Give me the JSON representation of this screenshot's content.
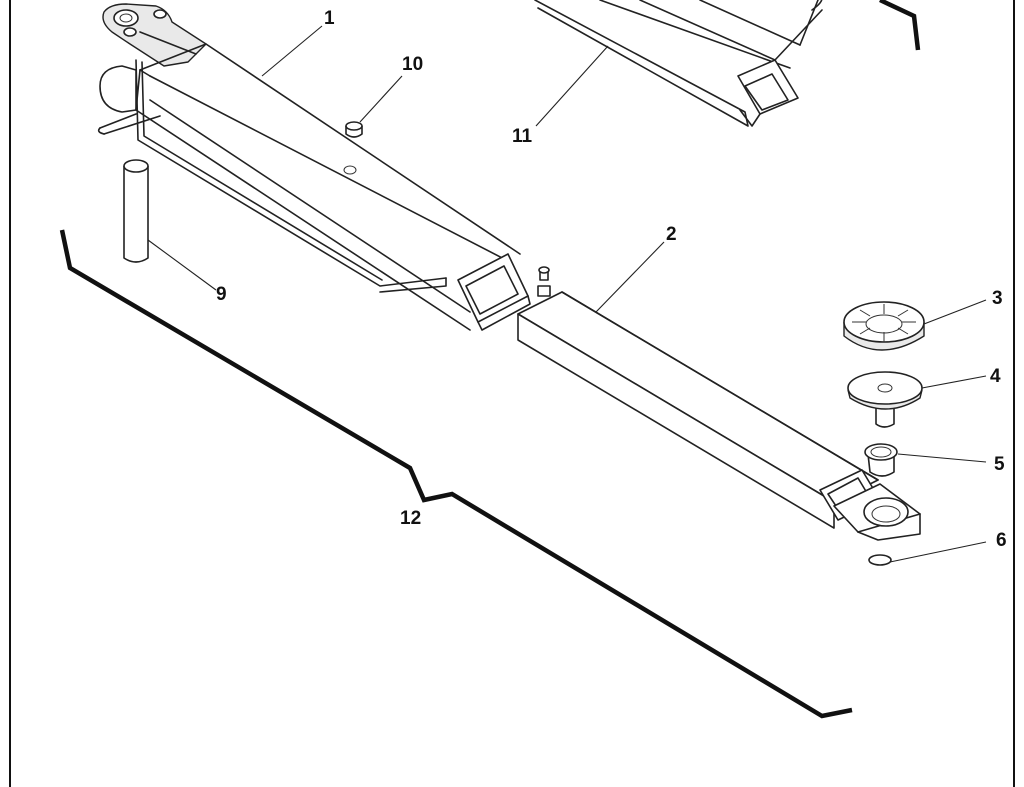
{
  "diagram": {
    "callouts": [
      {
        "id": "c1",
        "label": "1"
      },
      {
        "id": "c2",
        "label": "2"
      },
      {
        "id": "c3",
        "label": "3"
      },
      {
        "id": "c4",
        "label": "4"
      },
      {
        "id": "c5",
        "label": "5"
      },
      {
        "id": "c6",
        "label": "6"
      },
      {
        "id": "c9",
        "label": "9"
      },
      {
        "id": "c10",
        "label": "10"
      },
      {
        "id": "c11",
        "label": "11"
      },
      {
        "id": "c12",
        "label": "12"
      }
    ]
  }
}
